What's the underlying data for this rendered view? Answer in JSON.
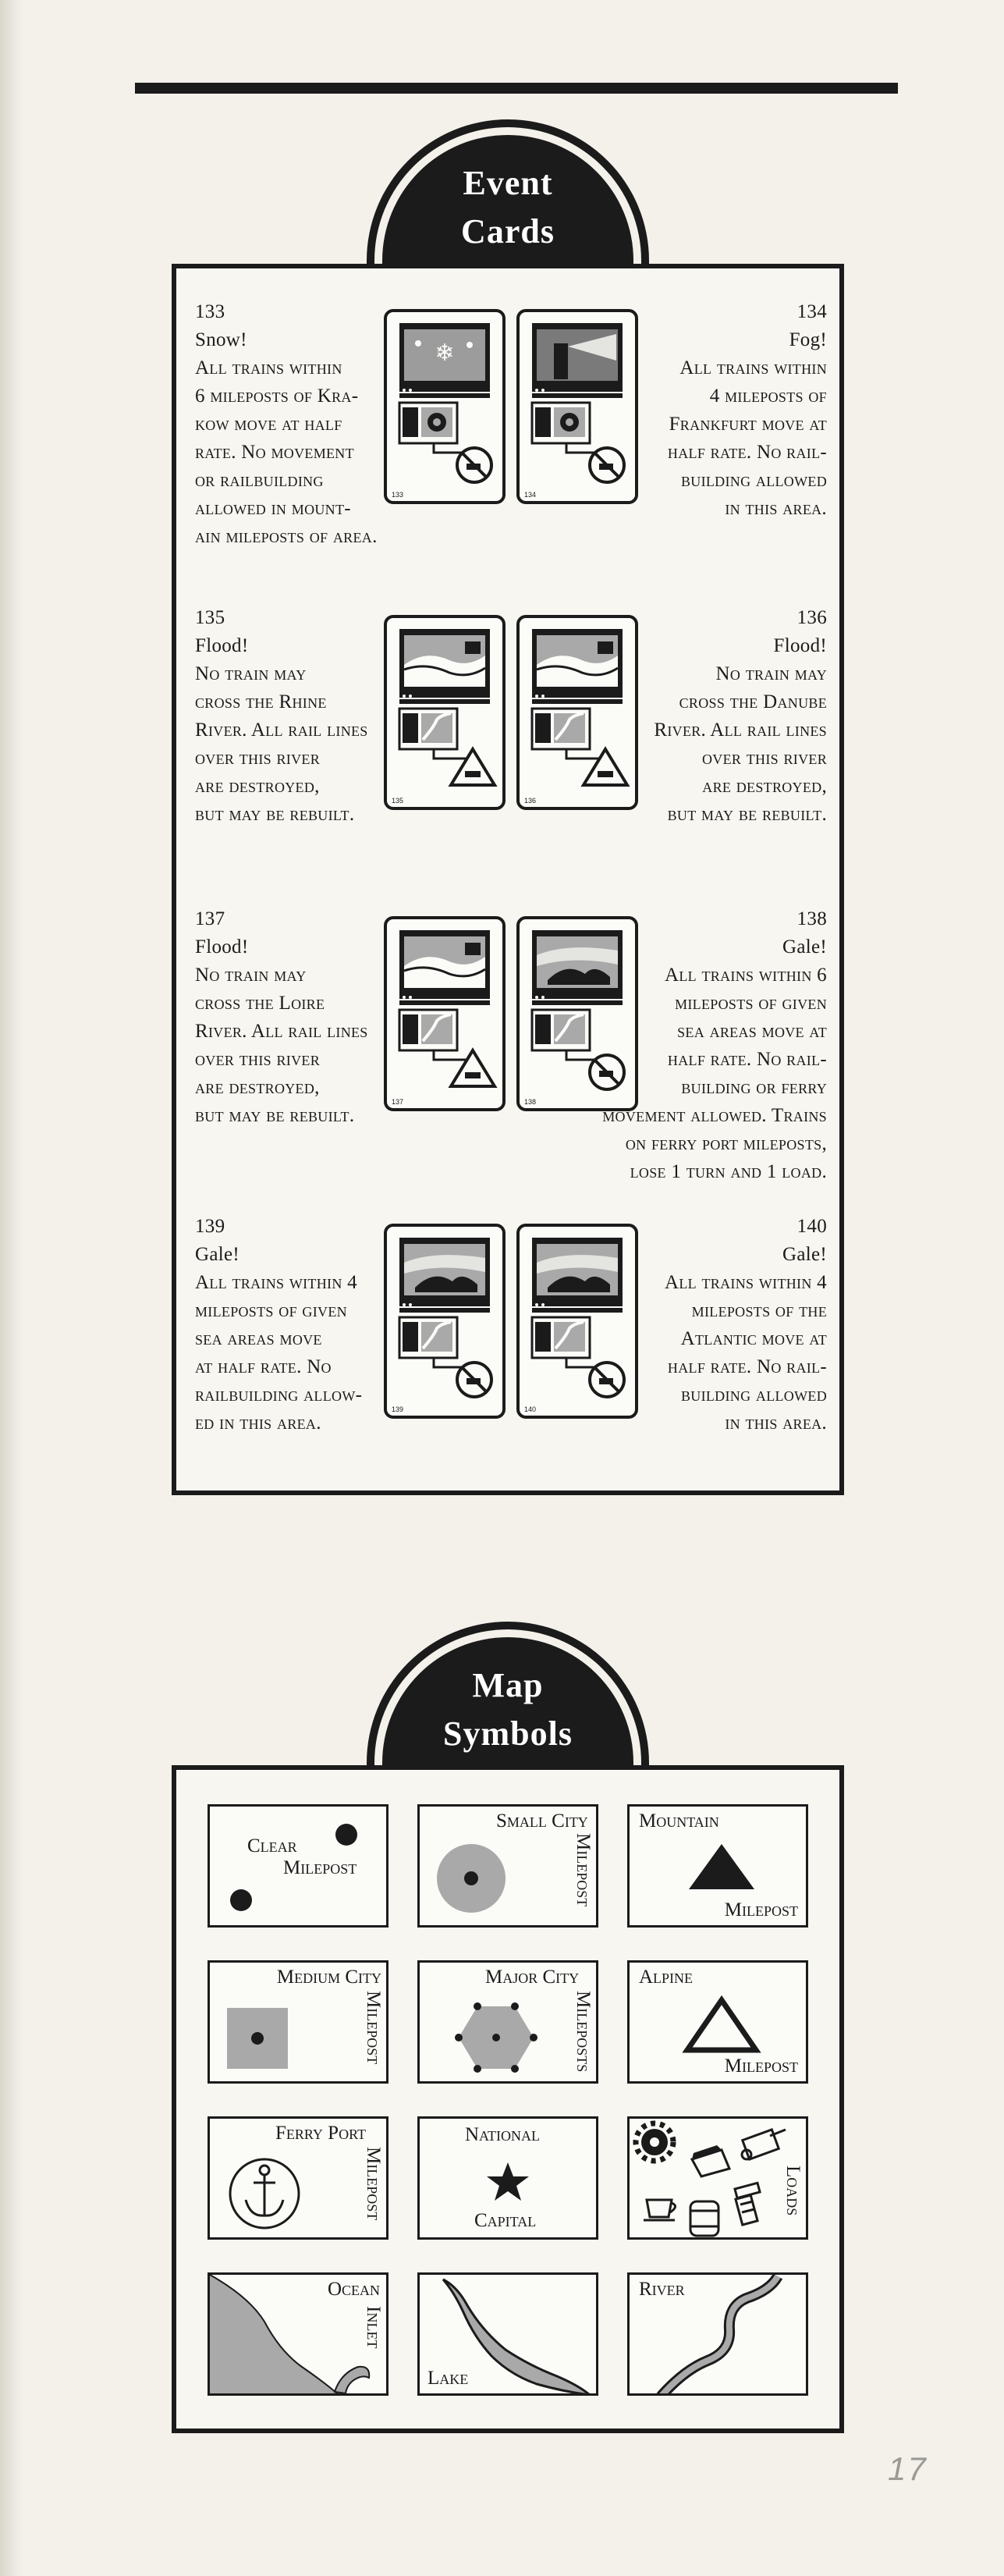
{
  "event_heading": {
    "line1": "Event",
    "line2": "Cards"
  },
  "events": [
    {
      "number": "133",
      "title": "Snow!",
      "side": "left",
      "lines": [
        "All trains within",
        "6 mileposts of Kra-",
        "kow move at half",
        "rate. No movement",
        "or railbuilding",
        "allowed in mount-",
        "ain mileposts of area."
      ]
    },
    {
      "number": "134",
      "title": "Fog!",
      "side": "right",
      "lines": [
        "All trains within",
        "4 mileposts of",
        "Frankfurt move at",
        "half rate. No rail-",
        "building allowed",
        "in this area."
      ]
    },
    {
      "number": "135",
      "title": "Flood!",
      "side": "left",
      "lines": [
        "No train may",
        "cross the Rhine",
        "River. All rail lines",
        "over this river",
        "are destroyed,",
        "but may be rebuilt."
      ]
    },
    {
      "number": "136",
      "title": "Flood!",
      "side": "right",
      "lines": [
        "No train may",
        "cross the Danube",
        "River. All rail lines",
        "over this river",
        "are destroyed,",
        "but may be rebuilt."
      ]
    },
    {
      "number": "137",
      "title": "Flood!",
      "side": "left",
      "lines": [
        "No train may",
        "cross the Loire",
        "River. All rail lines",
        "over this river",
        "are destroyed,",
        "but may be rebuilt."
      ]
    },
    {
      "number": "138",
      "title": "Gale!",
      "side": "right",
      "lines": [
        "All trains within 6",
        "mileposts of given",
        "sea areas move at",
        "half rate. No rail-",
        "building or ferry",
        "movement allowed. Trains",
        "on ferry port mileposts,",
        "lose 1 turn and 1 load."
      ]
    },
    {
      "number": "139",
      "title": "Gale!",
      "side": "left",
      "lines": [
        "All trains within 4",
        "mileposts of given",
        "sea areas move",
        "at half rate. No",
        "railbuilding allow-",
        "ed in this area."
      ]
    },
    {
      "number": "140",
      "title": "Gale!",
      "side": "right",
      "lines": [
        "All trains within 4",
        "mileposts of the",
        "Atlantic move at",
        "half rate. No rail-",
        "building allowed",
        "in this area."
      ]
    }
  ],
  "cards": [
    "133",
    "134",
    "135",
    "136",
    "137",
    "138",
    "139",
    "140"
  ],
  "symbols_heading": {
    "line1": "Map",
    "line2": "Symbols"
  },
  "symbols": {
    "clear": {
      "line1": "Clear",
      "line2": "Milepost"
    },
    "small_city": {
      "label": "Small City",
      "vertical": "Milepost"
    },
    "mountain": {
      "label": "Mountain",
      "bottom": "Milepost"
    },
    "medium_city": {
      "label": "Medium City",
      "vertical": "Milepost"
    },
    "major_city": {
      "label": "Major City",
      "vertical": "Mileposts"
    },
    "alpine": {
      "label": "Alpine",
      "bottom": "Milepost"
    },
    "ferry_port": {
      "label": "Ferry Port",
      "vertical": "Milepost"
    },
    "national_capital": {
      "label": "National",
      "bottom": "Capital"
    },
    "loads": {
      "vertical": "Loads"
    },
    "ocean_inlet": {
      "label": "Ocean",
      "vertical": "Inlet"
    },
    "lake": {
      "label": "Lake"
    },
    "river": {
      "label": "River"
    }
  },
  "colors": {
    "ink": "#1b1b1b",
    "paper": "#f3f1ea",
    "city_gray": "#a9a9a9"
  },
  "page_number": "17"
}
